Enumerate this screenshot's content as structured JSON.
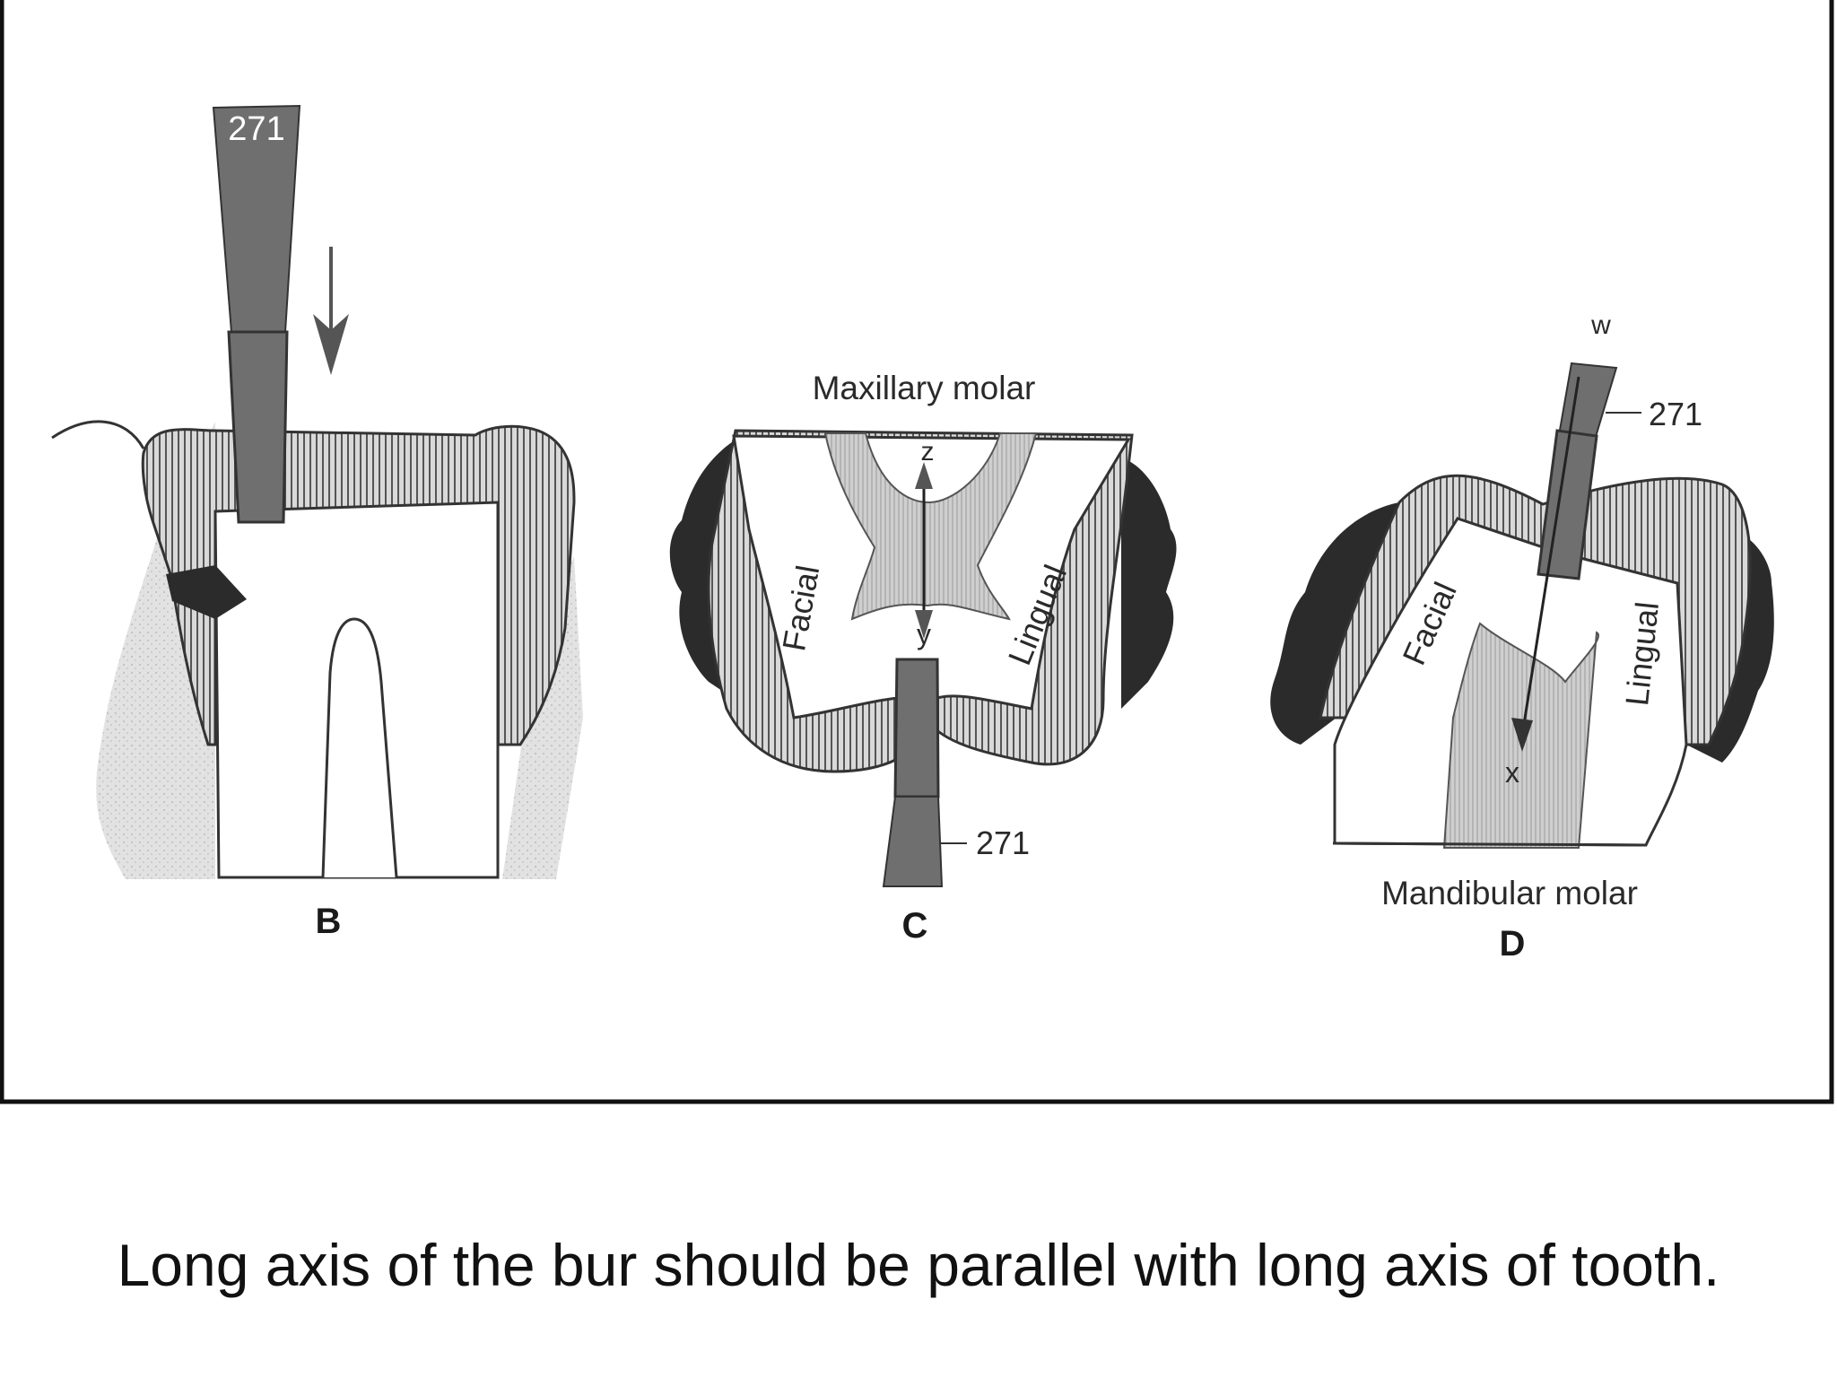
{
  "panels": {
    "b": {
      "letter": "B",
      "bur_label": "271"
    },
    "c": {
      "title": "Maxillary molar",
      "letter": "C",
      "bur_label": "271",
      "point_top": "z",
      "point_bottom": "y",
      "side_left": "Facial",
      "side_right": "Lingual"
    },
    "d": {
      "title": "Mandibular molar",
      "letter": "D",
      "bur_label": "271",
      "point_top": "w",
      "point_bottom": "x",
      "side_left": "Facial",
      "side_right": "Lingual"
    }
  },
  "caption": "Long axis of the bur should be parallel with long axis of tooth.",
  "colors": {
    "bur": "#6f6f6f",
    "enamel_hatch": "#8a8a8a",
    "pulp": "#bdbdbd",
    "gum_dark": "#2b2b2b",
    "bone_light": "#d8d8d8",
    "frame": "#111111"
  }
}
